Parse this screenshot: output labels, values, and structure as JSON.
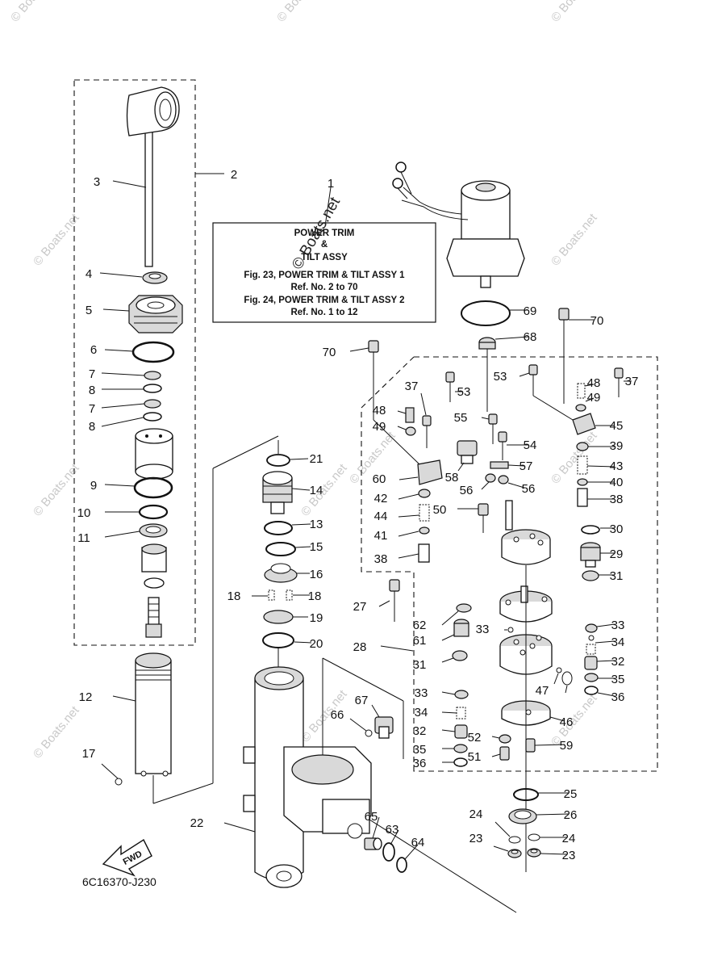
{
  "note_box": {
    "lines": [
      "POWER TRIM",
      "&",
      "TILT ASSY",
      "Fig. 23, POWER TRIM & TILT ASSY 1",
      "Ref. No. 2 to 70",
      "Fig. 24, POWER TRIM & TILT ASSY 2",
      "Ref. No. 1 to 12"
    ]
  },
  "diagram_code": "6C16370-J230",
  "fwd_label": "FWD",
  "watermark": "© Boats.net",
  "callouts": [
    "1",
    "2",
    "3",
    "4",
    "5",
    "6",
    "7",
    "8",
    "7",
    "8",
    "9",
    "10",
    "11",
    "12",
    "17",
    "21",
    "14",
    "13",
    "15",
    "16",
    "18",
    "18",
    "19",
    "20",
    "22",
    "66",
    "67",
    "65",
    "63",
    "64",
    "69",
    "70",
    "68",
    "70",
    "37",
    "53",
    "48",
    "49",
    "55",
    "54",
    "57",
    "58",
    "56",
    "56",
    "60",
    "42",
    "44",
    "41",
    "38",
    "50",
    "53",
    "48",
    "37",
    "49",
    "45",
    "39",
    "43",
    "40",
    "38",
    "30",
    "29",
    "31",
    "27",
    "62",
    "61",
    "31",
    "28",
    "33",
    "33",
    "34",
    "32",
    "35",
    "36",
    "47",
    "46",
    "33",
    "34",
    "32",
    "35",
    "36",
    "52",
    "51",
    "59",
    "25",
    "26",
    "24",
    "24",
    "23",
    "23"
  ]
}
